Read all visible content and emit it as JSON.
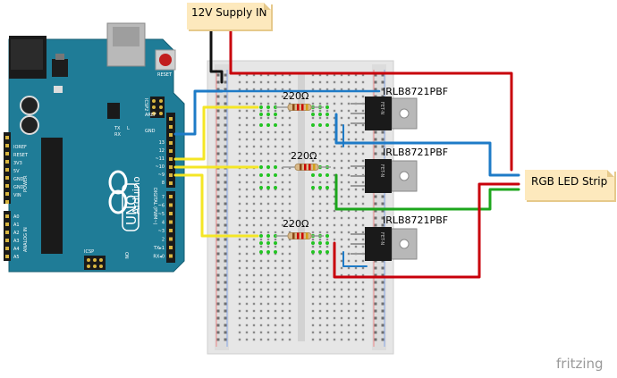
{
  "notes": {
    "supply": "12V Supply IN",
    "rgb": "RGB LED Strip"
  },
  "mosfets": [
    {
      "label": "IRLB8721PBF",
      "marking": "FET-N"
    },
    {
      "label": "IRLB8721PBF",
      "marking": "FET-N"
    },
    {
      "label": "IRLB8721PBF",
      "marking": "FET-N"
    }
  ],
  "resistors": [
    "220Ω",
    "220Ω",
    "220Ω"
  ],
  "arduino": {
    "brand": "Arduino",
    "model": "UNO",
    "reset": "RESET",
    "icsp2": "ICSP2",
    "icsp": "ICSP",
    "on": "ON",
    "l": "L",
    "tx": "TX",
    "rx": "RX",
    "aref": "AREF",
    "gnd": "GND",
    "digital": "DIGITAL (PWM~)",
    "analog_in": "ANALOG IN",
    "power": "POWER",
    "power_pins": [
      "IOREF",
      "RESET",
      "3V3",
      "5V",
      "GND",
      "GND",
      "VIN"
    ],
    "analog_pins": [
      "A0",
      "A1",
      "A2",
      "A3",
      "A4",
      "A5"
    ],
    "digital_pins": [
      "13",
      "12",
      "~11",
      "~10",
      "~9",
      "8",
      "7",
      "~6",
      "~5",
      "4",
      "~3",
      "2",
      "TX▸1",
      "RX◂0"
    ]
  },
  "footer": {
    "brand": "fritzing"
  },
  "colors": {
    "board": "#1f7c97",
    "breadboard": "#e9e9e9",
    "wire_red": "#c8000b",
    "wire_blue": "#1e7bc7",
    "wire_green": "#1ca61c",
    "wire_yellow": "#f4e626",
    "wire_black": "#111111",
    "note": "#fde9bd"
  }
}
